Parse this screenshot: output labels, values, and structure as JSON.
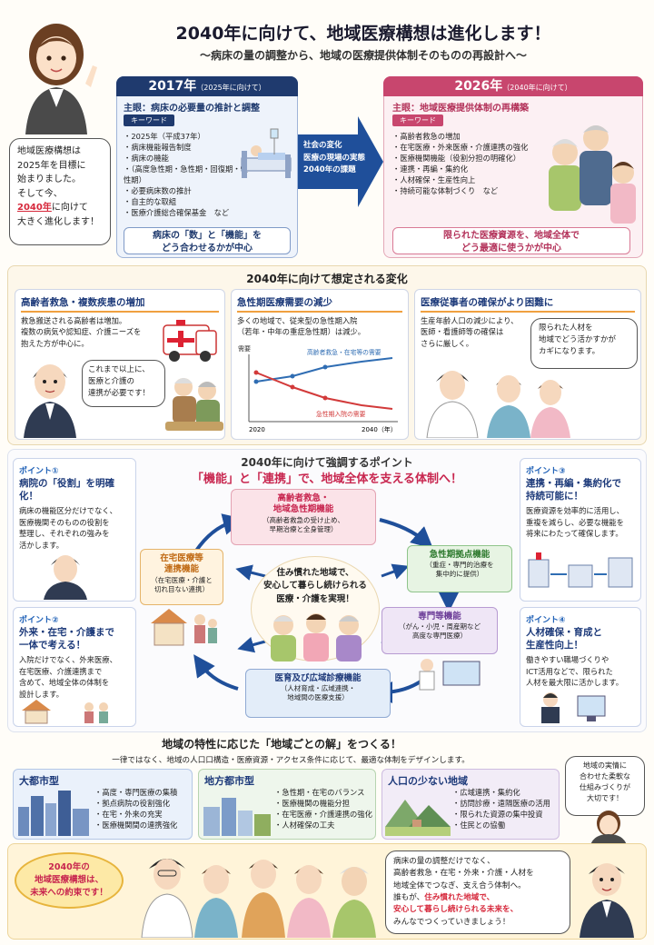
{
  "header": {
    "title": "2040年に向けて、地域医療構想は進化します！",
    "subtitle": "〜病床の量の調整から、地域の医療提供体制そのものの再設計へ〜"
  },
  "intro": {
    "lines": [
      "地域医療構想は",
      "2025年を目標に",
      "始まりました。",
      "そして今、"
    ],
    "highlight": "2040年",
    "after": "に向けて",
    "last": "大きく進化します！"
  },
  "y2017": {
    "year": "2017年",
    "sub": "（2025年に向けて）",
    "main": "主眼：病床の必要量の推計と調整",
    "kw": "キーワード",
    "items": [
      "2025年（平成37年）",
      "病床機能報告制度",
      "病床の機能",
      "（高度急性期・急性期・回復期・慢性期）",
      "必要病床数の推計",
      "自主的な取組",
      "医療介護総合確保基金　など"
    ],
    "footer1": "病床の「数」と「機能」を",
    "footer2": "どう合わせるかが中心"
  },
  "arrow": {
    "lines": [
      "社会の変化",
      "医療の現場の実態",
      "2040年の課題"
    ]
  },
  "y2026": {
    "year": "2026年",
    "sub": "（2040年に向けて）",
    "main": "主眼：地域医療提供体制の再構築",
    "kw": "キーワード",
    "items": [
      "高齢者救急の増加",
      "在宅医療・外来医療・介護連携の強化",
      "医療機関機能（役割分担の明確化）",
      "連携・再編・集約化",
      "人材確保・生産性向上",
      "持続可能な体制づくり　など"
    ],
    "footer1": "限られた医療資源を、地域全体で",
    "footer2": "どう最適に使うかが中心"
  },
  "changes": {
    "title": "2040年に向けて想定される変化",
    "c1": {
      "title": "高齢者救急・複数疾患の増加",
      "body": [
        "救急搬送される高齢者は増加。",
        "複数の病気や認知症、介護ニーズを",
        "抱えた方が中心に。"
      ],
      "speech": [
        "これまで以上に、",
        "医療と介護の",
        "連携が必要です！"
      ]
    },
    "c2": {
      "title": "急性期医療需要の減少",
      "body": [
        "多くの地域で、従来型の急性期入院",
        "（若年・中年の重症急性期）は減少。"
      ],
      "ylabel": "需要",
      "up": "高齢者救急・在宅等の需要",
      "down": "急性期入院の需要",
      "x0": "2020",
      "x1": "2040（年）"
    },
    "c3": {
      "title": "医療従事者の確保がより困難に",
      "body": [
        "生産年齢人口の減少により、",
        "医師・看護師等の確保は",
        "さらに厳しく。"
      ],
      "speech": [
        "限られた人材を",
        "地域でどう活かすかが",
        "カギになります。"
      ]
    }
  },
  "focus": {
    "title": "2040年に向けて強調するポイント",
    "sub": "「機能」と「連携」で、地域全体を支える体制へ！",
    "center": [
      "住み慣れた地域で、",
      "安心して暮らし続けられる",
      "医療・介護を実現！"
    ],
    "n1": {
      "t": [
        "高齢者救急・",
        "地域急性期機能"
      ],
      "s": [
        "（高齢者救急の受け止め、",
        "早期治療と全身管理）"
      ]
    },
    "n2": {
      "t": [
        "急性期拠点機能"
      ],
      "s": [
        "（重症・専門的治療を",
        "集中的に提供）"
      ]
    },
    "n3": {
      "t": [
        "専門等機能"
      ],
      "s": [
        "（がん・小児・周産期など",
        "高度な専門医療）"
      ]
    },
    "n4": {
      "t": [
        "医育及び広域診療機能"
      ],
      "s": [
        "（人材育成・広域連携・",
        "地域間の医療支援）"
      ]
    },
    "n5": {
      "t": [
        "在宅医療等",
        "連携機能"
      ],
      "s": [
        "（在宅医療・介護と",
        "切れ目ない連携）"
      ]
    }
  },
  "points": [
    {
      "label": "ポイント①",
      "title": [
        "病院の「役割」を明確化！"
      ],
      "body": [
        "病床の機能区分だけでなく、",
        "医療機関そのものの役割を",
        "整理し、それぞれの強みを",
        "活かします。"
      ]
    },
    {
      "label": "ポイント②",
      "title": [
        "外来・在宅・介護まで",
        "一体で考える！"
      ],
      "body": [
        "入院だけでなく、外来医療、",
        "在宅医療、介護連携まで",
        "含めて、地域全体の体制を",
        "設計します。"
      ]
    },
    {
      "label": "ポイント③",
      "title": [
        "連携・再編・集約化で",
        "持続可能に！"
      ],
      "body": [
        "医療資源を効率的に活用し、",
        "重複を減らし、必要な機能を",
        "将来にわたって確保します。"
      ]
    },
    {
      "label": "ポイント④",
      "title": [
        "人材確保・育成と",
        "生産性向上！"
      ],
      "body": [
        "働きやすい職場づくりや",
        "ICT活用などで、限られた",
        "人材を最大限に活かします。"
      ]
    }
  ],
  "regional": {
    "title": "地域の特性に応じた「地域ごとの解」をつくる！",
    "sub": "一律ではなく、地域の人口口構造・医療資源・アクセス条件に応じて、最適な体制をデザインします。",
    "r1": {
      "t": "大都市型",
      "items": [
        "高度・専門医療の集積",
        "拠点病院の役割強化",
        "在宅・外来の充実",
        "医療機関間の連携強化"
      ]
    },
    "r2": {
      "t": "地方都市型",
      "items": [
        "急性期・在宅のバランス",
        "医療機関の機能分担",
        "在宅医療・介護連携の強化",
        "人材確保の工夫"
      ]
    },
    "r3": {
      "t": "人口の少ない地域",
      "items": [
        "広域連携・集約化",
        "訪問診療・遠隔医療の活用",
        "限られた資源の集中投資",
        "住民との協働"
      ]
    },
    "speech": [
      "地域の実情に",
      "合わせた柔軟な",
      "仕組みづくりが",
      "大切です！"
    ]
  },
  "footer": {
    "badge": [
      "2040年の",
      "地域医療構想は、",
      "未来への約束です！"
    ],
    "msg": [
      "病床の量の調整だけでなく、",
      "高齢者救急・在宅・外来・介護・人材を",
      "地域全体でつなぎ、支え合う体制へ。"
    ],
    "msg_hl_pre": "誰もが、",
    "msg_hl": "住み慣れた地域で、",
    "msg_hl2": "安心して暮らし続けられる未来を、",
    "msg_end": "みんなでつくっていきましょう！"
  }
}
